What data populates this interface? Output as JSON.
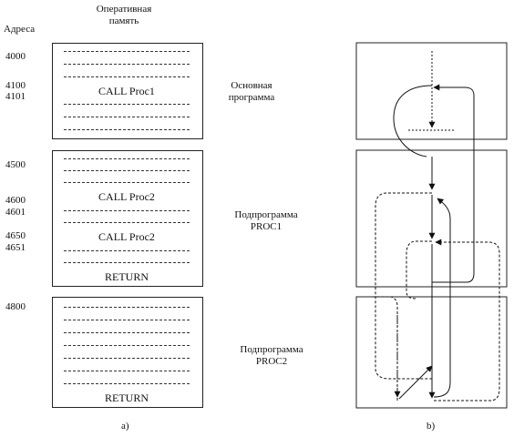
{
  "header": {
    "addresses": "Адреса",
    "memory_line1": "Оперативная",
    "memory_line2": "память"
  },
  "addresses": [
    "4000",
    "4100",
    "4101",
    "4500",
    "4600",
    "4601",
    "4650",
    "4651",
    "4800"
  ],
  "blocks": {
    "main": {
      "label_line1": "Основная",
      "label_line2": "программа",
      "call": "CALL Proc1"
    },
    "proc1": {
      "label_line1": "Подпрограмма",
      "label_line2": "PROC1",
      "call1": "CALL Proc2",
      "call2": "CALL Proc2",
      "return": "RETURN"
    },
    "proc2": {
      "label_line1": "Подпрограмма",
      "label_line2": "PROC2",
      "return": "RETURN"
    }
  },
  "captions": {
    "a": "a)",
    "b": "b)"
  }
}
